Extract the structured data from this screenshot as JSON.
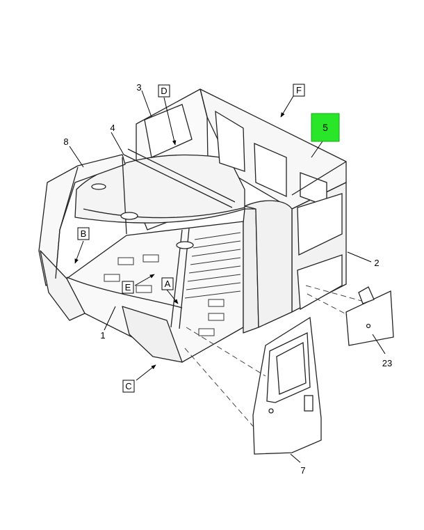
{
  "diagram": {
    "highlight_color": "#29e629",
    "highlighted_item": "5",
    "callouts": [
      "1",
      "2",
      "3",
      "4",
      "5",
      "7",
      "8",
      "23"
    ],
    "view_labels": [
      "A",
      "B",
      "C",
      "D",
      "E",
      "F"
    ]
  },
  "labels": {
    "n1": "1",
    "n2": "2",
    "n3": "3",
    "n4": "4",
    "n5": "5",
    "n7": "7",
    "n8": "8",
    "n23": "23",
    "vA": "A",
    "vB": "B",
    "vC": "C",
    "vD": "D",
    "vE": "E",
    "vF": "F"
  }
}
